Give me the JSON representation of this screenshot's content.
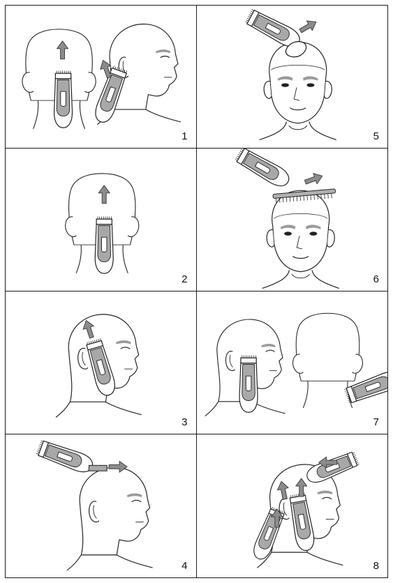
{
  "panels": [
    {
      "label": "1"
    },
    {
      "label": "5"
    },
    {
      "label": "2"
    },
    {
      "label": "6"
    },
    {
      "label": "3"
    },
    {
      "label": "7"
    },
    {
      "label": "4"
    },
    {
      "label": "8"
    }
  ]
}
